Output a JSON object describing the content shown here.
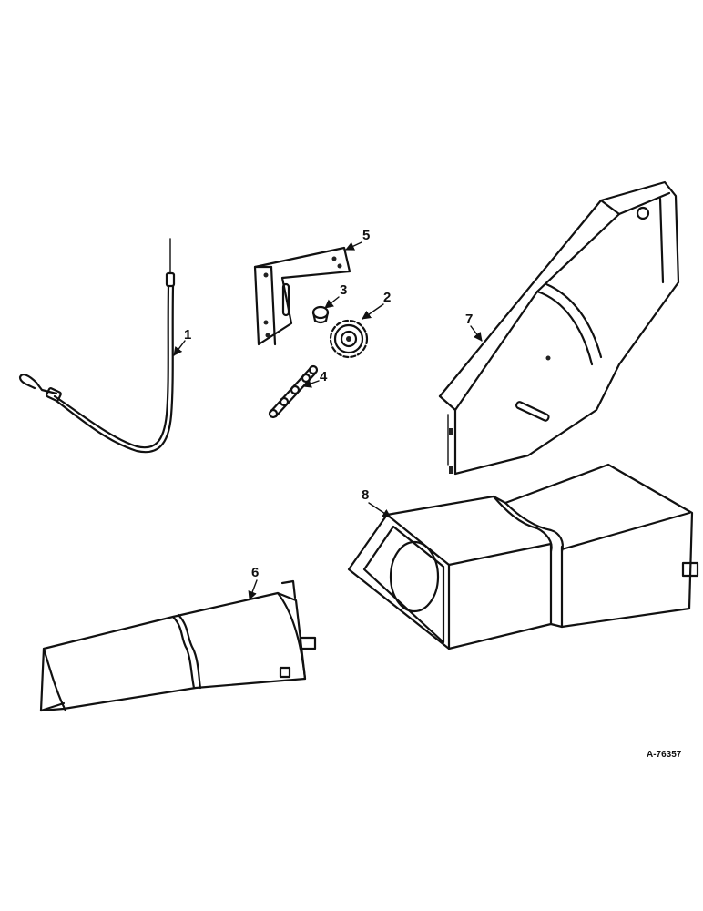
{
  "diagram": {
    "callouts": [
      {
        "id": "1",
        "label": "1"
      },
      {
        "id": "2",
        "label": "2"
      },
      {
        "id": "3",
        "label": "3"
      },
      {
        "id": "4",
        "label": "4"
      },
      {
        "id": "5",
        "label": "5"
      },
      {
        "id": "6",
        "label": "6"
      },
      {
        "id": "7",
        "label": "7"
      },
      {
        "id": "8",
        "label": "8"
      }
    ],
    "figure_number": "A-76357"
  }
}
